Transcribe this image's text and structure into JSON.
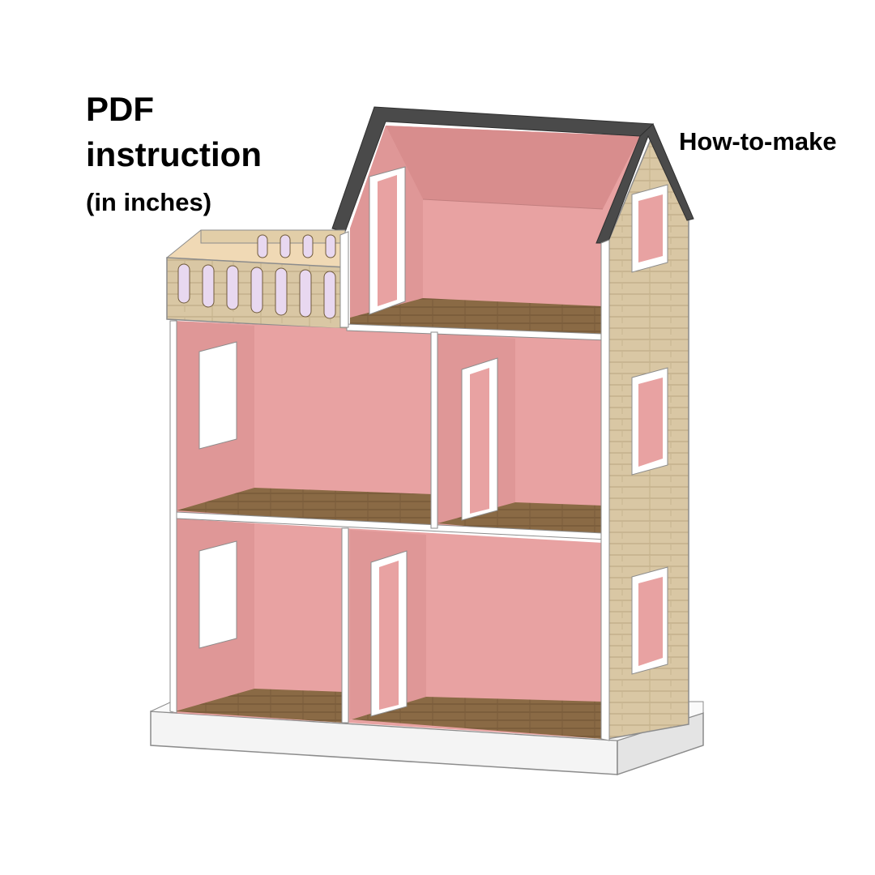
{
  "text": {
    "title_line1": "PDF",
    "title_line2": "instruction",
    "unit_note": "(in inches)",
    "side_label": "How-to-make"
  },
  "colors": {
    "wall_pink": "#e8a2a2",
    "wall_pink_dark": "#d88d8d",
    "wall_side_pink": "#df9797",
    "wood_floor": "#8a6a45",
    "wood_siding": "#d9c7a4",
    "roof": "#4a4a4a",
    "trim": "#ffffff",
    "base": "#f2f2f2",
    "outline": "#8c8c8c"
  },
  "icons": {
    "illustration": "dollhouse-illustration"
  }
}
